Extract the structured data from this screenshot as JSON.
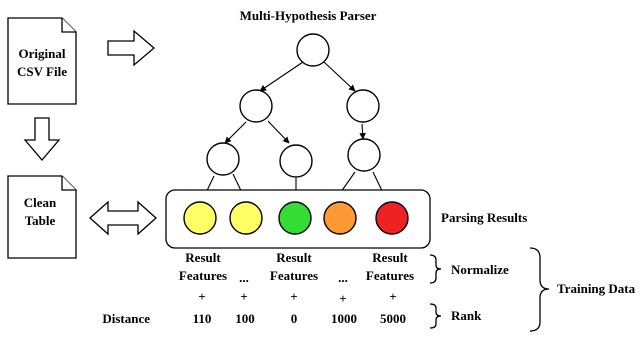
{
  "title": "Multi-Hypothesis Parser",
  "documents": {
    "original_line1": "Original",
    "original_line2": "CSV File",
    "clean_line1": "Clean",
    "clean_line2": "Table"
  },
  "parsing_results_label": "Parsing Results",
  "result_colors": [
    "#ffff66",
    "#ffff66",
    "#33dd33",
    "#ff9933",
    "#ee2222"
  ],
  "features": {
    "result_word": "Result",
    "features_word": "Features",
    "ellipsis": "..."
  },
  "plus": "+",
  "distance_label": "Distance",
  "distances": [
    "110",
    "100",
    "0",
    "1000",
    "5000"
  ],
  "normalize_label": "Normalize",
  "rank_label": "Rank",
  "training_data_label": "Training Data"
}
